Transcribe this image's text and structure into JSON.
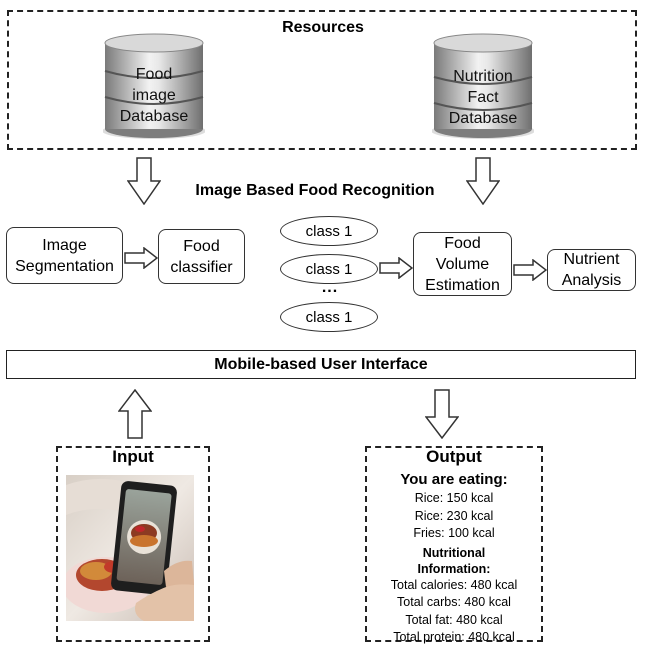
{
  "resources": {
    "title": "Resources",
    "db_food": "Food\nimage\nDatabase",
    "db_nutrition": "Nutrition\nFact\nDatabase"
  },
  "recognition": {
    "title": "Image Based Food Recognition",
    "segmentation": "Image\nSegmentation",
    "classifier": "Food\nclassifier",
    "classes": [
      "class 1",
      "class 1",
      "class 1"
    ],
    "ellipsis": "...",
    "volume": "Food\nVolume\nEstimation",
    "nutrient": "Nutrient\nAnalysis"
  },
  "interface": {
    "title": "Mobile-based User Interface"
  },
  "input": {
    "title": "Input"
  },
  "output": {
    "title": "Output",
    "eating_heading": "You are eating:",
    "eating_items": [
      "Rice: 150 kcal",
      "Rice: 230 kcal",
      "Fries: 100 kcal"
    ],
    "info_heading_1": "Nutritional",
    "info_heading_2": "Information:",
    "info_items": [
      "Total calories: 480 kcal",
      "Total carbs: 480 kcal",
      "Total fat: 480 kcal",
      "Total protein: 480 kcal"
    ]
  },
  "colors": {
    "cylinder_dark": "#8a8a8a",
    "cylinder_light": "#e6e6e6",
    "border": "#222222"
  }
}
